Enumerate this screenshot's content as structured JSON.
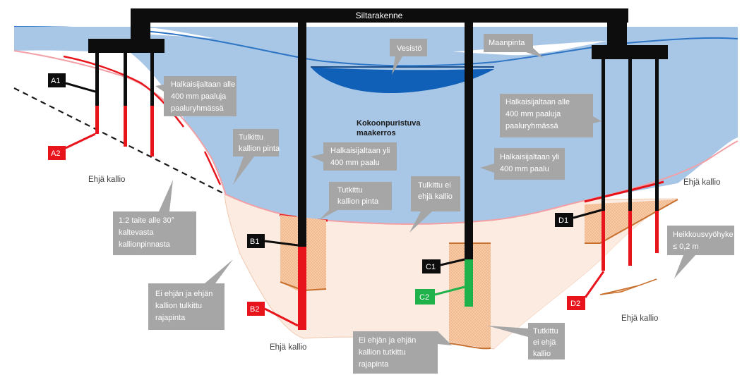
{
  "bridge": {
    "label": "Siltarakenne"
  },
  "callouts": {
    "vesisto": "Vesistö",
    "maanpinta": "Maanpinta",
    "pile_group_left": [
      "Halkaisijaltaan alle",
      "400 mm paaluja",
      "paaluryhmässä"
    ],
    "pile_group_right": [
      "Halkaisijaltaan alle",
      "400 mm paaluja",
      "paaluryhmässä"
    ],
    "tulkittu_kallion_pinta": [
      "Tulkittu",
      "kallion pinta"
    ],
    "pile_large_mid": [
      "Halkaisijaltaan yli",
      "400 mm paalu"
    ],
    "pile_large_right": [
      "Halkaisijaltaan yli",
      "400 mm paalu"
    ],
    "tutkittu_kallion_pinta": [
      "Tutkittu",
      "kallion pinta"
    ],
    "tulkittu_ei_ehja": [
      "Tulkittu ei",
      "ehjä kallio"
    ],
    "slope_rule": [
      "1:2 taite alle 30°",
      "kaltevasta",
      "kallionpinnasta"
    ],
    "ei_ehja_tulkittu": [
      "Ei ehjän ja ehjän",
      "kallion tulkittu",
      "rajapinta"
    ],
    "ei_ehja_tutkittu": [
      "Ei ehjän ja ehjän",
      "kallion tutkittu",
      "rajapinta"
    ],
    "tutkittu_ei_ehja": [
      "Tutkittu",
      "ei ehjä",
      "kallio"
    ],
    "heikkous": [
      "Heikkousvyöhyke",
      "≤  0,2 m"
    ]
  },
  "soil_label": [
    "Kokoonpuristuva",
    "maakerros"
  ],
  "rock_labels": {
    "left": "Ehjä kallio",
    "bottom_left": "Ehjä kallio",
    "right_top": "Ehjä kallio",
    "right_bottom": "Ehjä kallio"
  },
  "tags": {
    "A1": "A1",
    "A2": "A2",
    "B1": "B1",
    "B2": "B2",
    "C1": "C1",
    "C2": "C2",
    "D1": "D1",
    "D2": "D2"
  },
  "colors": {
    "water_body": "#a8c6e6",
    "water_dark": "#1060b8",
    "broken_rock": "#fcebe0",
    "investigated_zone": "#f5c6a0",
    "pile_red": "#e8141c",
    "pile_green": "#1fb24a",
    "callout_gray": "#a6a6a6",
    "rock_line": "#c0504d",
    "boundary_brown": "#c8702e"
  }
}
